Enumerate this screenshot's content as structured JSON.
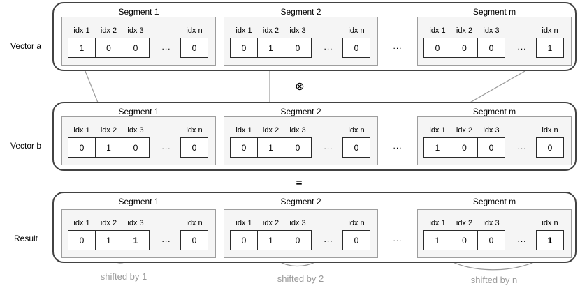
{
  "ellipsis": "...",
  "index_labels": [
    "idx 1",
    "idx 2",
    "idx 3",
    "idx n"
  ],
  "operators": {
    "multiply": "⊗",
    "equals": "="
  },
  "rows": [
    {
      "label": "Vector a",
      "segments": [
        {
          "title": "Segment 1",
          "values": [
            {
              "text": "1"
            },
            {
              "text": "0"
            },
            {
              "text": "0"
            },
            {
              "text": "0"
            }
          ]
        },
        {
          "title": "Segment 2",
          "values": [
            {
              "text": "0"
            },
            {
              "text": "1"
            },
            {
              "text": "0"
            },
            {
              "text": "0"
            }
          ]
        },
        {
          "title": "Segment m",
          "values": [
            {
              "text": "0"
            },
            {
              "text": "0"
            },
            {
              "text": "0"
            },
            {
              "text": "1"
            }
          ]
        }
      ]
    },
    {
      "label": "Vector b",
      "segments": [
        {
          "title": "Segment 1",
          "values": [
            {
              "text": "0"
            },
            {
              "text": "1"
            },
            {
              "text": "0"
            },
            {
              "text": "0"
            }
          ]
        },
        {
          "title": "Segment 2",
          "values": [
            {
              "text": "0"
            },
            {
              "text": "1"
            },
            {
              "text": "0"
            },
            {
              "text": "0"
            }
          ]
        },
        {
          "title": "Segment m",
          "values": [
            {
              "text": "1"
            },
            {
              "text": "0"
            },
            {
              "text": "0"
            },
            {
              "text": "0"
            }
          ]
        }
      ]
    },
    {
      "label": "Result",
      "segments": [
        {
          "title": "Segment 1",
          "values": [
            {
              "text": "0"
            },
            {
              "text": "1",
              "style": "strike"
            },
            {
              "text": "1",
              "style": "bold"
            },
            {
              "text": "0"
            }
          ]
        },
        {
          "title": "Segment 2",
          "values": [
            {
              "text": "0"
            },
            {
              "text": "1",
              "style": "strike"
            },
            {
              "text": "0"
            },
            {
              "text": "0"
            }
          ]
        },
        {
          "title": "Segment m",
          "values": [
            {
              "text": "1",
              "style": "strike"
            },
            {
              "text": "0"
            },
            {
              "text": "0"
            },
            {
              "text": "1",
              "style": "bold"
            }
          ]
        }
      ]
    }
  ],
  "shift_labels": [
    "shifted by 1",
    "shifted by 2",
    "shifted by n"
  ],
  "colors": {
    "arrow": "#999999",
    "muted_text": "#999999",
    "outer_border": "#424242",
    "segment_fill": "#f5f5f5",
    "segment_border": "#9e9e9e",
    "cell_border": "#2b2b2b",
    "text": "#000000"
  }
}
